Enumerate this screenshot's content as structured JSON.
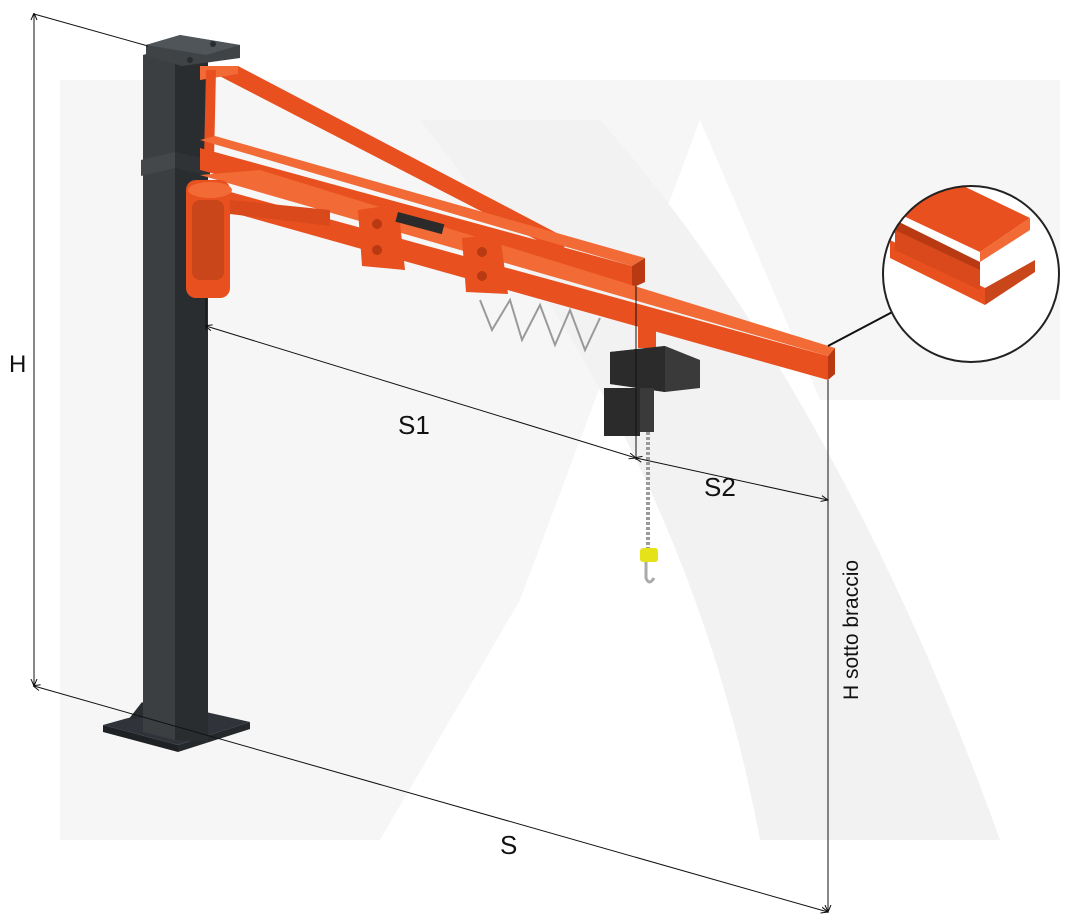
{
  "dimensions": {
    "h": "H",
    "s": "S",
    "s1": "S1",
    "s2": "S2",
    "h_under_arm": "H sotto braccio"
  },
  "colors": {
    "crane_orange": "#e8501f",
    "crane_orange_dark": "#b93a12",
    "crane_orange_light": "#f26a35",
    "column_gray": "#3b3f42",
    "column_gray_dark": "#2a2d30",
    "watermark": "#f4f4f4",
    "dimension_lines": "#111111"
  }
}
